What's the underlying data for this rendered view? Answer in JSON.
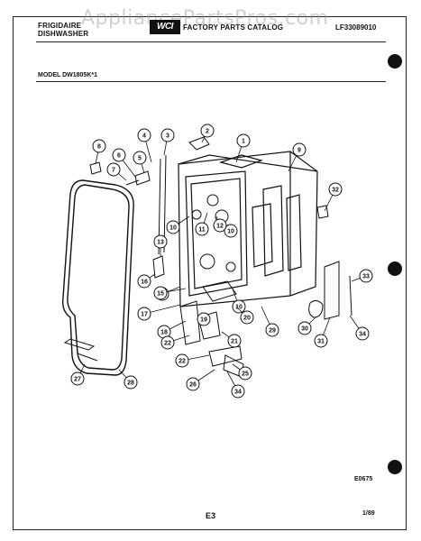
{
  "header": {
    "watermark": "AppliancePartsPros.com",
    "brand_line1": "FRIGIDAIRE",
    "brand_line2": "DISHWASHER",
    "logo_text": "WCI",
    "catalog_title": "FACTORY PARTS CATALOG",
    "catalog_number": "LF33089010"
  },
  "model_label": "MODEL DW1805K*1",
  "diagram_callouts": [
    "1",
    "2",
    "3",
    "4",
    "5",
    "6",
    "7",
    "8",
    "9",
    "10",
    "10",
    "10",
    "11",
    "12",
    "13",
    "14",
    "15",
    "16",
    "17",
    "18",
    "19",
    "20",
    "21",
    "22",
    "22",
    "25",
    "26",
    "27",
    "28",
    "29",
    "30",
    "31",
    "32",
    "33",
    "34",
    "34"
  ],
  "footer": {
    "diagram_code": "E0675",
    "page_label": "E3",
    "date": "1/89"
  }
}
